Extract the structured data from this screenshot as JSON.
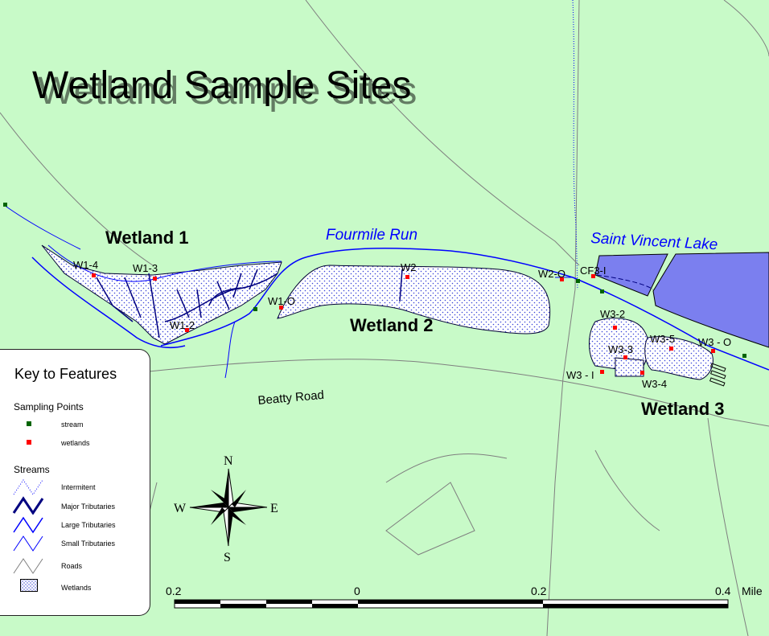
{
  "map": {
    "title": "Wetland Sample Sites",
    "area_labels": {
      "wetland1": "Wetland 1",
      "wetland2": "Wetland 2",
      "wetland3": "Wetland 3"
    },
    "water_labels": {
      "fourmile_run": "Fourmile Run",
      "saint_vincent_lake": "Saint Vincent Lake"
    },
    "road_label": "Beatty Road",
    "sample_points": {
      "w1_4": "W1-4",
      "w1_3": "W1-3",
      "w1_2": "W1-2",
      "w1_o": "W1-O",
      "w2": "W2",
      "w2_o": "W2-O",
      "cf3_i": "CF3-I",
      "w3_2": "W3-2",
      "w3_3": "W3-3",
      "w3_5": "W3-5",
      "w3_o": "W3 - O",
      "w3_i": "W3 - I",
      "w3_4": "W3-4"
    },
    "colors": {
      "background": "#c8fac8",
      "lake": "#7b7fef",
      "stream": "#0000ff",
      "road": "#7f7f7f",
      "wetland_point": "#ff0000",
      "stream_point": "#006400"
    }
  },
  "legend": {
    "title": "Key to Features",
    "sampling_heading": "Sampling Points",
    "stream_point": "stream",
    "wetland_point": "wetlands",
    "streams_heading": "Streams",
    "intermittent": "Intermitent",
    "major": "Major Tributaries",
    "large": "Large Tributaries",
    "small": "Small Tributaries",
    "roads": "Roads",
    "wetlands": "Wetlands"
  },
  "compass": {
    "n": "N",
    "s": "S",
    "e": "E",
    "w": "W"
  },
  "scale_bar": {
    "ticks": [
      "0.2",
      "0",
      "0.2",
      "0.4"
    ],
    "unit": "Mile"
  }
}
